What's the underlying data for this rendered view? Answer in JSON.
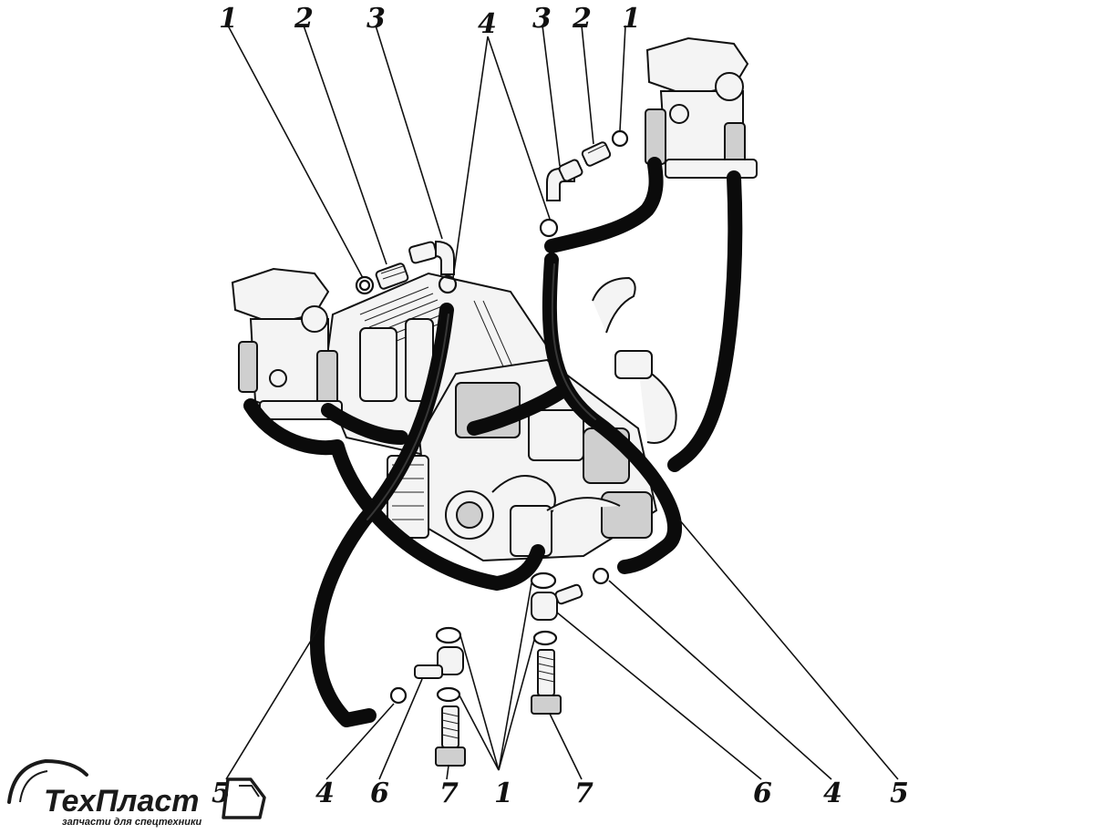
{
  "callouts": {
    "top_left_1": "1",
    "top_left_2": "2",
    "top_left_3": "3",
    "top_center_4": "4",
    "top_right_3": "3",
    "top_right_2": "2",
    "top_right_1": "1",
    "bottom_5_left": "5",
    "bottom_4_left": "4",
    "bottom_6_left": "6",
    "bottom_7_left": "7",
    "bottom_1_center": "1",
    "bottom_7_right": "7",
    "bottom_6_right": "6",
    "bottom_4_right": "4",
    "bottom_5_right": "5"
  },
  "logo": {
    "brand": "ТехПласт",
    "tagline": "запчасти для спецтехники"
  }
}
